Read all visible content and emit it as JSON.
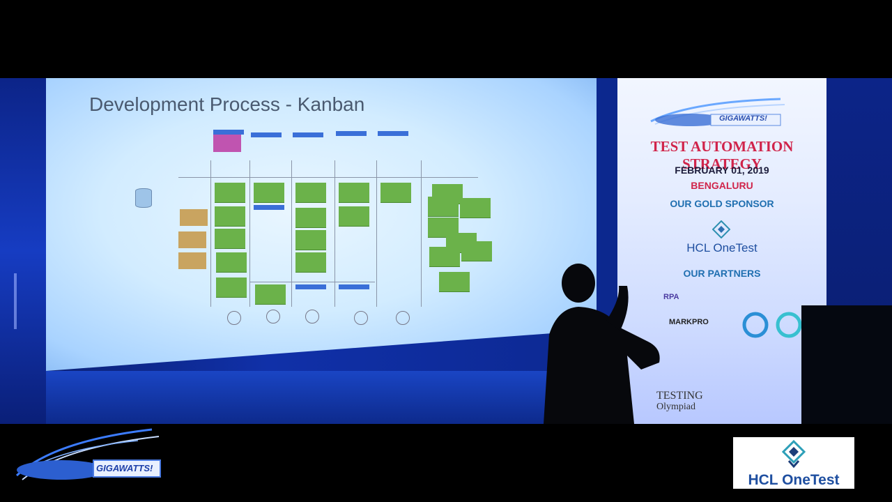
{
  "slide": {
    "title": "Development Process - Kanban"
  },
  "banner": {
    "logo_text": "GIGAWATTS!",
    "title": "TEST AUTOMATION STRATEGY",
    "date": "FEBRUARY 01, 2019",
    "city": "BENGALURU",
    "gold_sponsor_heading": "OUR GOLD SPONSOR",
    "gold_sponsor_name": "HCL OneTest",
    "partners_heading": "OUR PARTNERS",
    "partners": [
      "RPA",
      "MARKPRO",
      "TESTING",
      "Olympiad"
    ]
  },
  "overlay": {
    "bottom_left_logo_text": "GIGAWATTS!",
    "bottom_right_logo_text": "HCL OneTest"
  },
  "colors": {
    "banner_title": "#d0244a",
    "sponsor_blue": "#1f6fb0",
    "hcl_blue": "#1f4fa0",
    "stage_blue": "#1030a8"
  }
}
